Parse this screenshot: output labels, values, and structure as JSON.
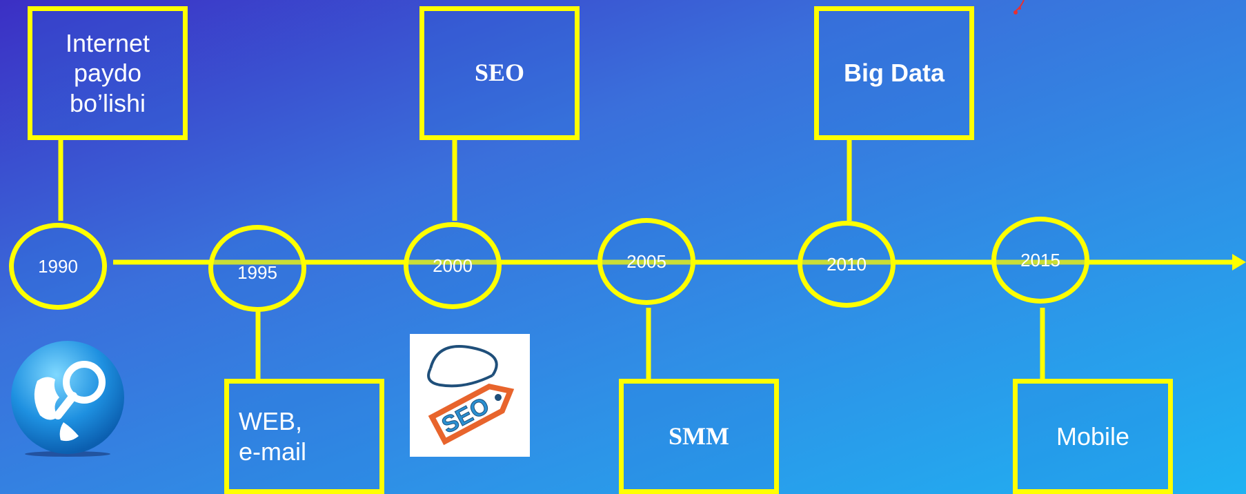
{
  "timeline": {
    "years": [
      "1990",
      "1995",
      "2000",
      "2005",
      "2010",
      "2015"
    ],
    "events": [
      {
        "year": "1990",
        "label": "Internet\npaydo\nbo’lishi"
      },
      {
        "year": "1995",
        "label": "WEB,\ne-mail"
      },
      {
        "year": "2000",
        "label": "SEO"
      },
      {
        "year": "2005",
        "label": "SMM"
      },
      {
        "year": "2010",
        "label": "Big Data"
      },
      {
        "year": "2015",
        "label": "Mobile"
      }
    ]
  },
  "images": {
    "globe": "globe-search-icon",
    "seo_tag": "seo-tag-icon",
    "seo_tag_text": "SEO"
  },
  "colors": {
    "line": "#ffff00",
    "background_start": "#3b2fc4",
    "background_end": "#1fb2f2",
    "seo_tag_orange": "#e8642c",
    "seo_tag_blue": "#2a8fd0"
  }
}
